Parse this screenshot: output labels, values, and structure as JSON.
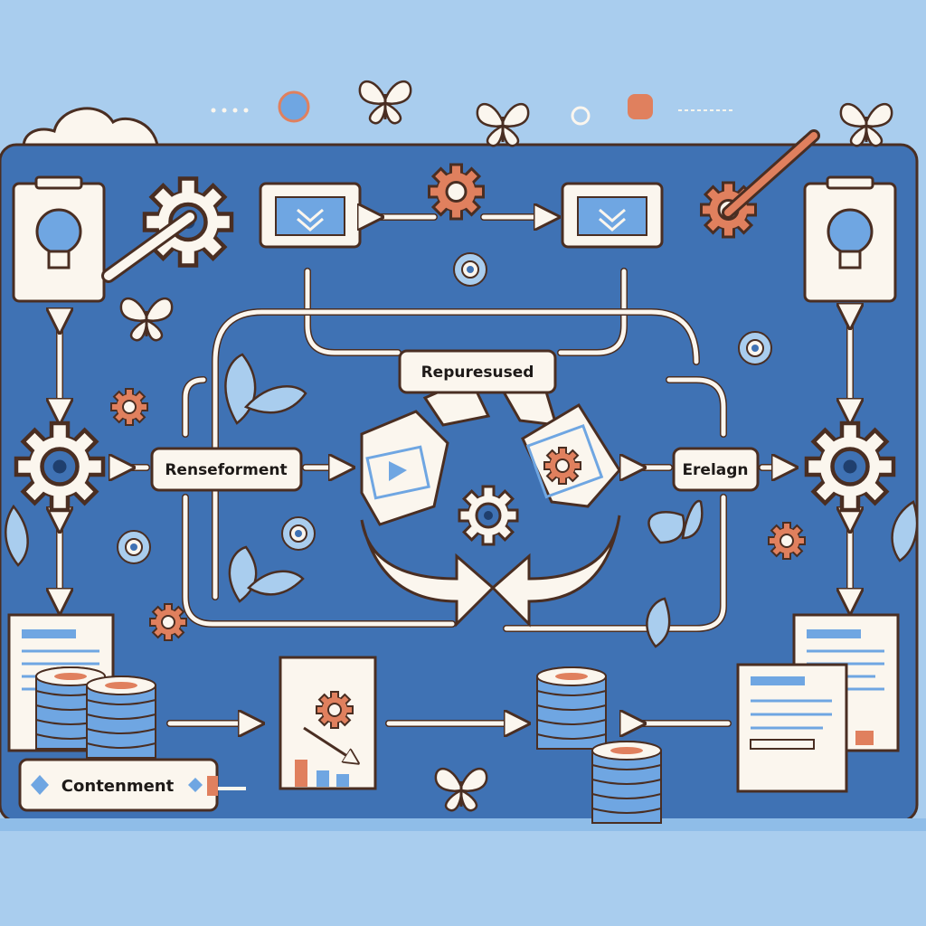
{
  "diagram": {
    "labels": {
      "top": "Repuresused",
      "left": "Renseforment",
      "right": "Erelagn",
      "bottom_left": "Contenment"
    },
    "colors": {
      "background": "#a9cdee",
      "panel": "#3f72b4",
      "outline": "#4a2e22",
      "card": "#fbf6ee",
      "accent_orange": "#e0805e",
      "accent_blue": "#6fa6e2"
    }
  }
}
